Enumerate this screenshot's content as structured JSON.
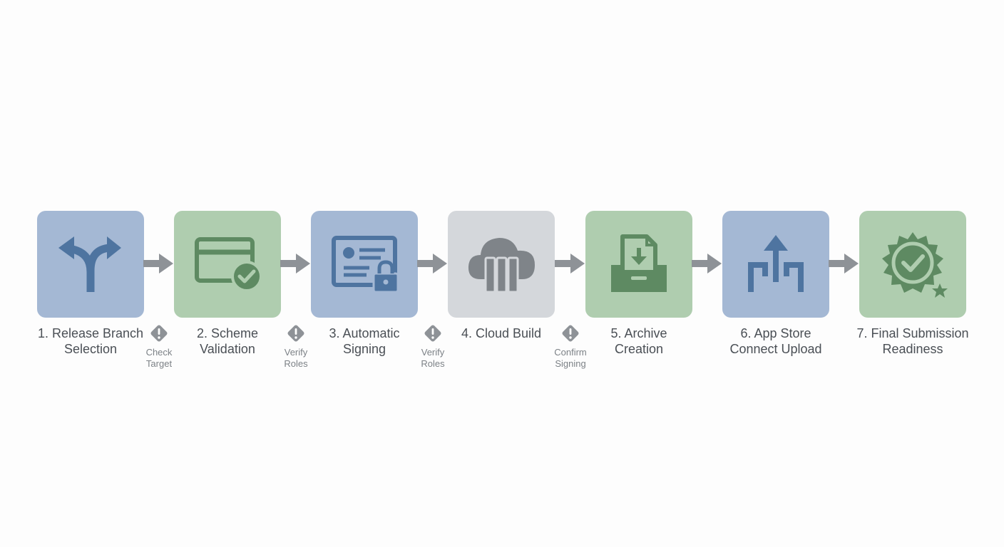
{
  "colors": {
    "blue_tile": "#a4b8d4",
    "blue_icon": "#4e74a0",
    "green_tile": "#afcdaf",
    "green_icon": "#5e8a62",
    "gray_tile": "#d4d7db",
    "gray_icon": "#7f8489",
    "arrow": "#8e9297",
    "warn": "#8e9297",
    "label_text": "#4a4f55",
    "note_text": "#7c8186"
  },
  "steps": [
    {
      "lines": [
        "1. Release Branch",
        "Selection"
      ],
      "icon": "branch-fork-icon",
      "tone": "blue"
    },
    {
      "lines": [
        "2. Scheme",
        "Validation"
      ],
      "icon": "card-check-icon",
      "tone": "green"
    },
    {
      "lines": [
        "3. Automatic",
        "Signing"
      ],
      "icon": "certificate-lock-icon",
      "tone": "blue"
    },
    {
      "lines": [
        "4. Cloud Build",
        ""
      ],
      "icon": "cloud-server-icon",
      "tone": "gray"
    },
    {
      "lines": [
        "5. Archive",
        "Creation"
      ],
      "icon": "archive-tray-icon",
      "tone": "green"
    },
    {
      "lines": [
        "6. App Store",
        "Connect Upload"
      ],
      "icon": "upload-arrow-icon",
      "tone": "blue"
    },
    {
      "lines": [
        "7. Final Submission",
        "Readiness"
      ],
      "icon": "badge-check-star-icon",
      "tone": "green"
    }
  ],
  "checkpoints": [
    {
      "lines": [
        "Check",
        "Target"
      ],
      "icon": "warning-diamond-icon"
    },
    {
      "lines": [
        "Verify",
        "Roles"
      ],
      "icon": "warning-diamond-icon"
    },
    {
      "lines": [
        "Verify",
        "Roles"
      ],
      "icon": "warning-diamond-icon"
    },
    {
      "lines": [
        "Confirm",
        "Signing"
      ],
      "icon": "warning-diamond-icon"
    }
  ]
}
